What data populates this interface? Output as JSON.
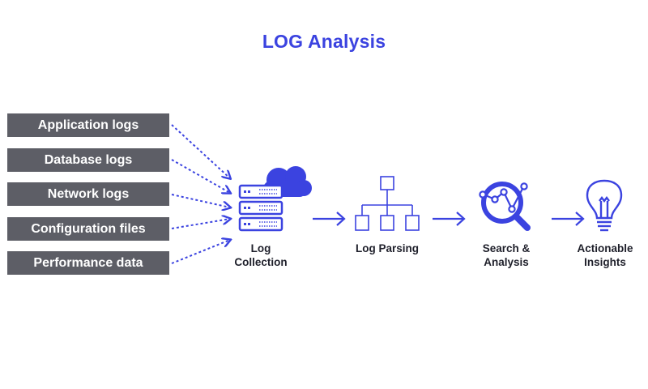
{
  "title": "LOG Analysis",
  "sources": [
    "Application logs",
    "Database logs",
    "Network logs",
    "Configuration files",
    "Performance data"
  ],
  "stages": {
    "collection": {
      "line1": "Log",
      "line2": "Collection",
      "icon": "server-cloud-icon"
    },
    "parsing": {
      "line1": "Log Parsing",
      "icon": "hierarchy-icon"
    },
    "search": {
      "line1": "Search &",
      "line2": "Analysis",
      "icon": "magnifier-chart-icon"
    },
    "insights": {
      "line1": "Actionable",
      "line2": "Insights",
      "icon": "lightbulb-icon"
    }
  },
  "colors": {
    "accent": "#3b43e0",
    "source_box": "#5d5e66",
    "text": "#1e1f2a"
  }
}
